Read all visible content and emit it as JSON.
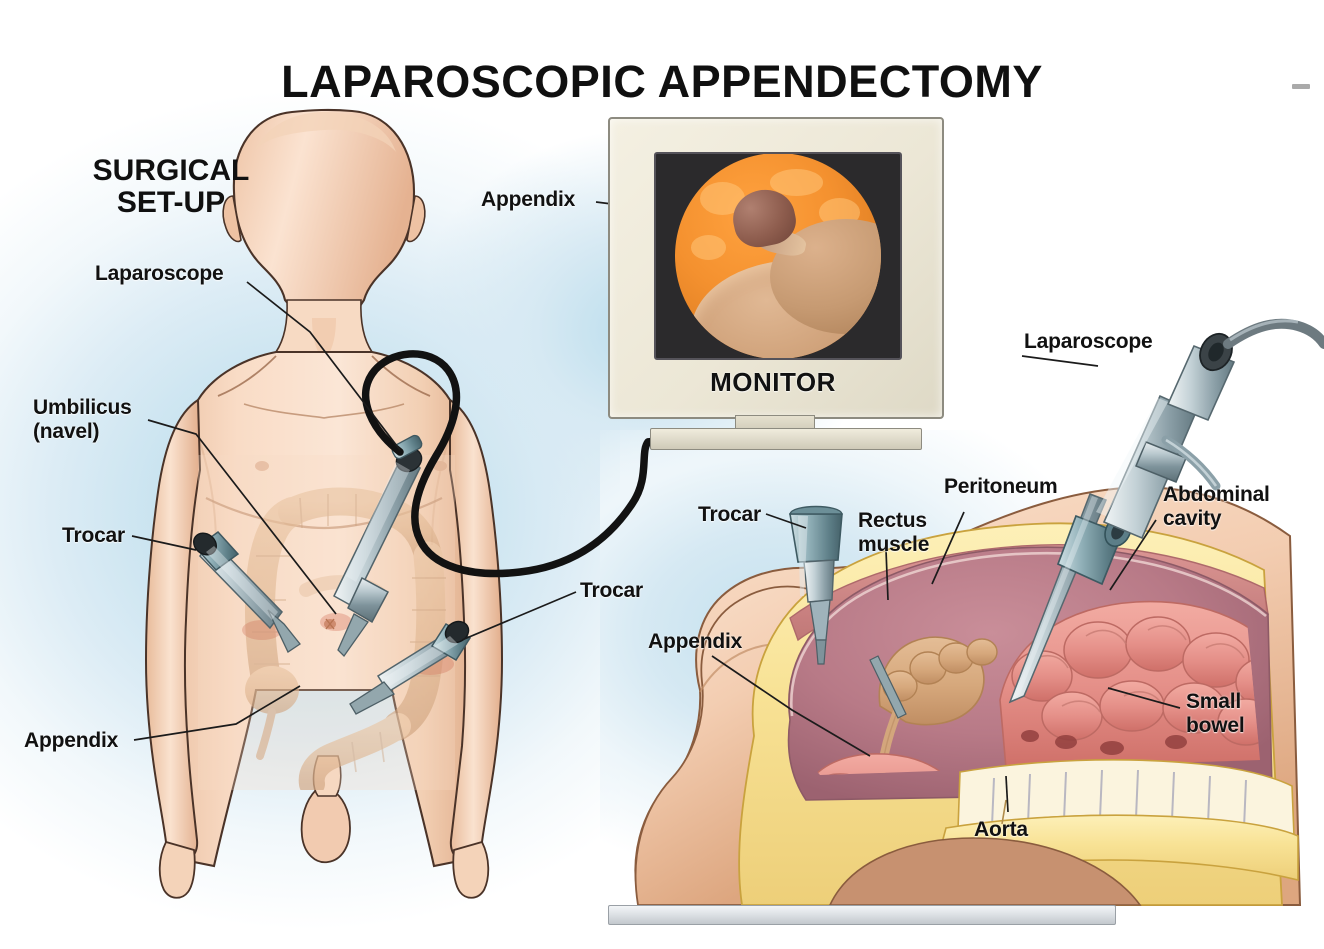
{
  "title": "LAPAROSCOPIC APPENDECTOMY",
  "panels": {
    "left": {
      "heading": "SURGICAL\nSET-UP",
      "labels": {
        "laparoscope": "Laparoscope",
        "umbilicus": "Umbilicus\n(navel)",
        "trocar_left": "Trocar",
        "trocar_right": "Trocar",
        "appendix": "Appendix"
      }
    },
    "monitor": {
      "caption": "MONITOR",
      "labels": {
        "appendix": "Appendix"
      },
      "screen_view": "endoscopic view of appendix and bowel"
    },
    "right": {
      "labels": {
        "laparoscope": "Laparoscope",
        "trocar": "Trocar",
        "rectus_muscle": "Rectus\nmuscle",
        "peritoneum": "Peritoneum",
        "abdominal_cavity": "Abdominal\ncavity",
        "small_bowel": "Small\nbowel",
        "aorta": "Aorta",
        "appendix": "Appendix"
      }
    }
  },
  "colors": {
    "background_blue": "#c6e2ef",
    "skin": "#f6d8c2",
    "skin_shadow": "#e3b695",
    "fat_yellow": "#f7e49a",
    "peritoneum_pink": "#c3808c",
    "bowel_salmon": "#e89a92",
    "colon_tan": "#d9ab82",
    "monitor_case": "#ece7d6",
    "screen_orange": "#f4912f",
    "instrument_steel": "#9fb3bb",
    "text": "#111111",
    "table_gray": "#dfe3e7"
  }
}
